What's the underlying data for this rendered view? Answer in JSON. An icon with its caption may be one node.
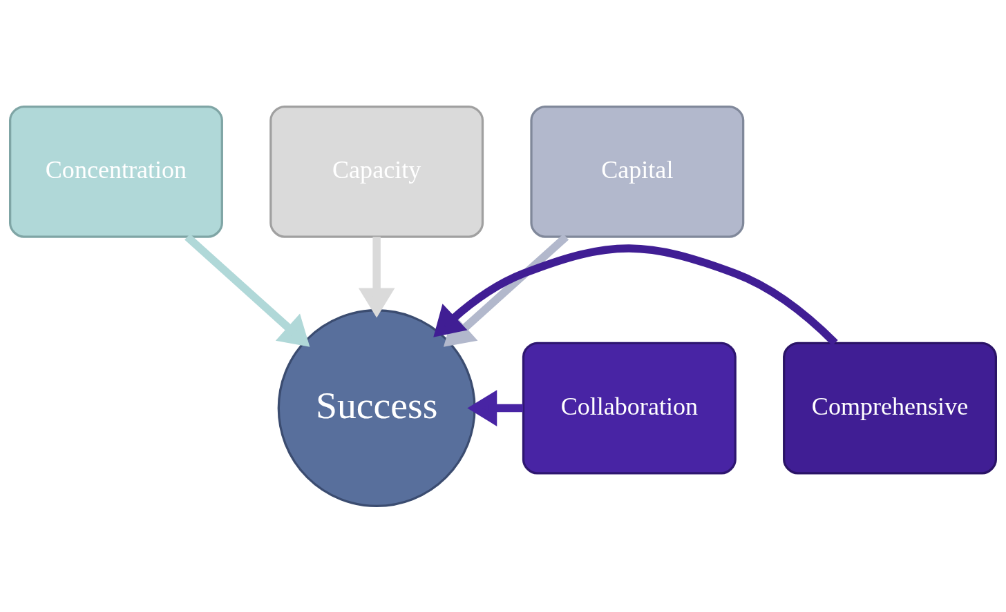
{
  "diagram": {
    "nodes": [
      {
        "text": [
          "Capacity"
        ]
      },
      {
        "text": [
          "Concentration"
        ]
      },
      {
        "text": [
          "Capital"
        ]
      },
      {
        "text": [
          "Collaboration"
        ]
      },
      {
        "text": [
          "Success"
        ]
      },
      {
        "text": [
          "Comprehensive"
        ]
      }
    ],
    "edges": [
      {
        "from": 0,
        "to": 4,
        "arrow": "to",
        "color": "#dadada"
      },
      {
        "from": 1,
        "to": 4,
        "arrow": "to",
        "color": "#b0d8d8"
      },
      {
        "from": 2,
        "to": 4,
        "arrow": "to",
        "color": "#b2b8cc"
      },
      {
        "from": 3,
        "to": 4,
        "arrow": "to",
        "color": "#4824a4"
      },
      {
        "from": 5,
        "to": 4,
        "arrow": "to",
        "color": "#401e94"
      }
    ]
  }
}
